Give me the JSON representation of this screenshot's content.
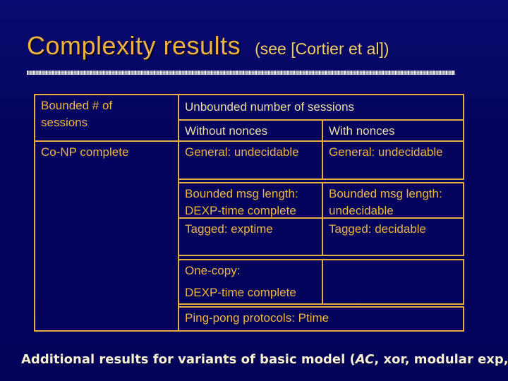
{
  "slide": {
    "title": "Complexity results",
    "subtitle": "(see [Cortier et al])"
  },
  "table": {
    "bounded_sessions_header": {
      "line1": "Bounded # of",
      "line2": "sessions"
    },
    "bounded_sessions_result": "Co-NP complete",
    "unbounded_header": "Unbounded number of sessions",
    "without_nonces_header": "Without nonces",
    "with_nonces_header": "With nonces",
    "general_without_nonces": "General: undecidable",
    "general_with_nonces": "General: undecidable",
    "bounded_msg_without_nonces": {
      "line1": "Bounded msg length:",
      "line2": "DEXP-time complete"
    },
    "bounded_msg_with_nonces": {
      "line1": "Bounded msg length:",
      "line2": "undecidable"
    },
    "tagged_without_nonces": "Tagged: exptime",
    "tagged_with_nonces": "Tagged: decidable",
    "one_copy_without_nonces": {
      "line1": "One-copy:",
      "line2": "DEXP-time complete"
    },
    "one_copy_with_nonces": "",
    "ping_pong": "Ping-pong protocols: Ptime"
  },
  "footer": {
    "prefix": "Additional results for variants of basic model (",
    "italic": "AC",
    "suffix": ", xor, modular exp,"
  },
  "colors": {
    "background": "#04045E",
    "table_border": "#E5AF3D",
    "text_gold": "#EDB440",
    "text_cream_header": "#EBDCA4",
    "title_gold": "#F0B23E",
    "subtitle_gold": "#EFCC74",
    "footer_cream": "#F7F0D7",
    "divider_silver": "#B9B9C4"
  }
}
